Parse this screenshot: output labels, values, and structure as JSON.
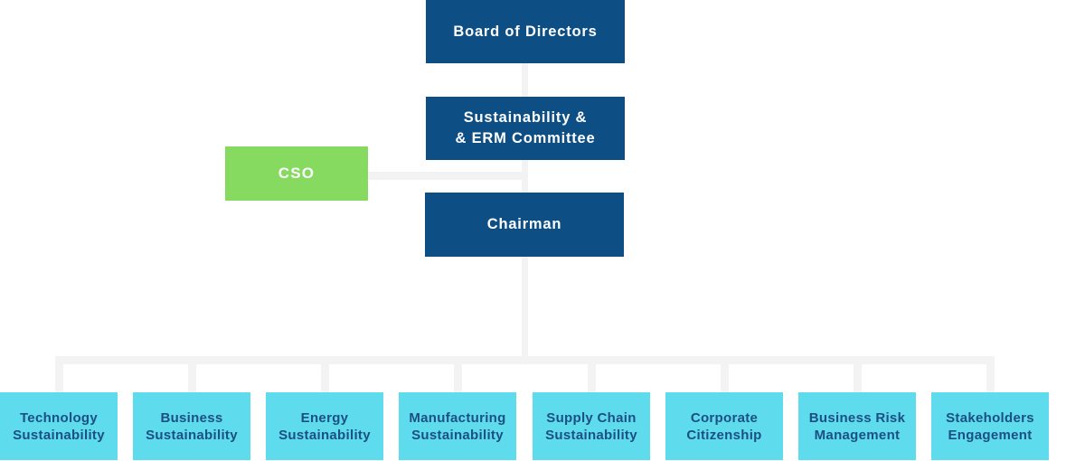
{
  "palette": {
    "dark_blue": "#0d4f84",
    "green": "#87da60",
    "cyan": "#5edbed",
    "connector_gray": "#f3f3f3",
    "department_text_blue": "#1c5081",
    "top_text_white": "#ffffff"
  },
  "org": {
    "board": {
      "label": "Board of Directors"
    },
    "committee": {
      "label": "Sustainability &\n& ERM Committee"
    },
    "cso": {
      "label": "CSO"
    },
    "chairman": {
      "label": "Chairman"
    },
    "departments": [
      {
        "label": "Technology\nSustainability"
      },
      {
        "label": "Business\nSustainability"
      },
      {
        "label": "Energy\nSustainability"
      },
      {
        "label": "Manufacturing\nSustainability"
      },
      {
        "label": "Supply Chain\nSustainability"
      },
      {
        "label": "Corporate\nCitizenship"
      },
      {
        "label": "Business Risk\nManagement"
      },
      {
        "label": "Stakeholders\nEngagement"
      }
    ]
  }
}
